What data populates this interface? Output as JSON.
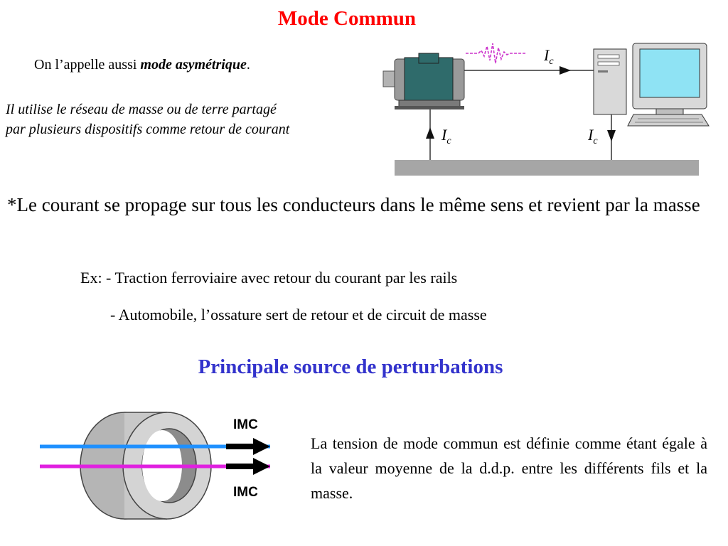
{
  "colors": {
    "title": "#ff0000",
    "subtitle": "#3333cc"
  },
  "title": "Mode Commun",
  "aka": {
    "prefix": "On l’appelle aussi ",
    "emphasis": "mode asymétrique",
    "suffix": "."
  },
  "description_lines": [
    "Il utilise le réseau de masse ou de terre partagé",
    "par plusieurs dispositifs comme retour de courant"
  ],
  "diagram_top": {
    "current_label": "I",
    "current_sub": "c"
  },
  "main_text": "*Le courant se propage sur tous les conducteurs dans le même sens et revient par la masse",
  "examples": [
    "Ex: - Traction ferroviaire avec retour du courant par les rails",
    "- Automobile, l’ossature sert de retour et de circuit de masse"
  ],
  "subtitle": "Principale source de perturbations",
  "diagram_bottom": {
    "label_top": "IMC",
    "label_bottom": "IMC"
  },
  "definition": "La tension de mode commun est définie comme étant égale à la valeur moyenne de la d.d.p. entre les différents fils et la masse."
}
